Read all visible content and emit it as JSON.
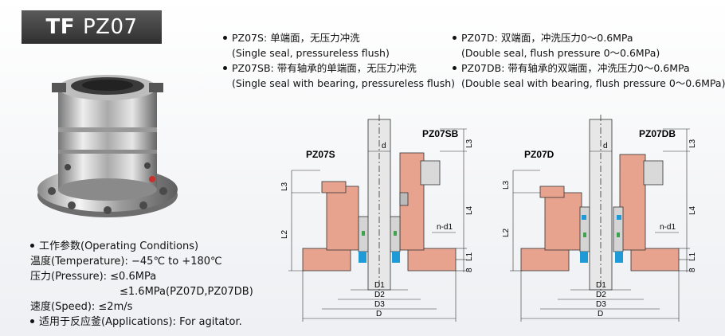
{
  "header": {
    "brand": "TF",
    "model": "PZ07"
  },
  "variants": [
    {
      "code": "PZ07S: 单端面，无压力冲洗",
      "english": "(Single seal, pressureless flush)"
    },
    {
      "code": "PZ07SB: 带有轴承的单端面，无压力冲洗",
      "english": "(Single seal with bearing, pressureless flush)"
    },
    {
      "code": "PZ07D: 双端面，冲洗压力0～0.6MPa",
      "english": "(Double seal, flush pressure 0～0.6MPa)"
    },
    {
      "code": "PZ07DB: 带有轴承的双端面，冲洗压力0～0.6MPa",
      "english": "(Double seal with bearing, flush pressure 0～0.6MPa)"
    }
  ],
  "specs": {
    "title": "工作参数(Operating Conditions)",
    "temperature": "温度(Temperature): −45℃ to +180℃",
    "pressure": "压力(Pressure):  ≤0.6MPa",
    "pressure_db": "≤1.6MPa(PZ07D,PZ07DB)",
    "speed": "速度(Speed): ≤2m/s",
    "applications": "适用于反应釜(Applications): For agitator."
  },
  "drawing_left": {
    "label_a": "PZ07S",
    "label_b": "PZ07SB",
    "dims": {
      "d": "d",
      "l1": "L1",
      "l2": "L2",
      "l3": "L3",
      "l4": "L4",
      "nd1": "n-d1",
      "eight": "8",
      "d1": "D1",
      "d2": "D2",
      "d3": "D3",
      "D": "D"
    }
  },
  "drawing_right": {
    "label_a": "PZ07D",
    "label_b": "PZ07DB",
    "dims": {
      "d": "d",
      "l1": "L1",
      "l2": "L2",
      "l3": "L3",
      "l4": "L4",
      "nd1": "n-d1",
      "eight": "8",
      "d1": "D1",
      "d2": "D2",
      "d3": "D3",
      "D": "D"
    }
  },
  "colors": {
    "seal_body": "#e8a38f",
    "shaft": "#e7e7e7",
    "o_ring": "#1e9ad6",
    "title_bg": "#3c3c3c"
  }
}
